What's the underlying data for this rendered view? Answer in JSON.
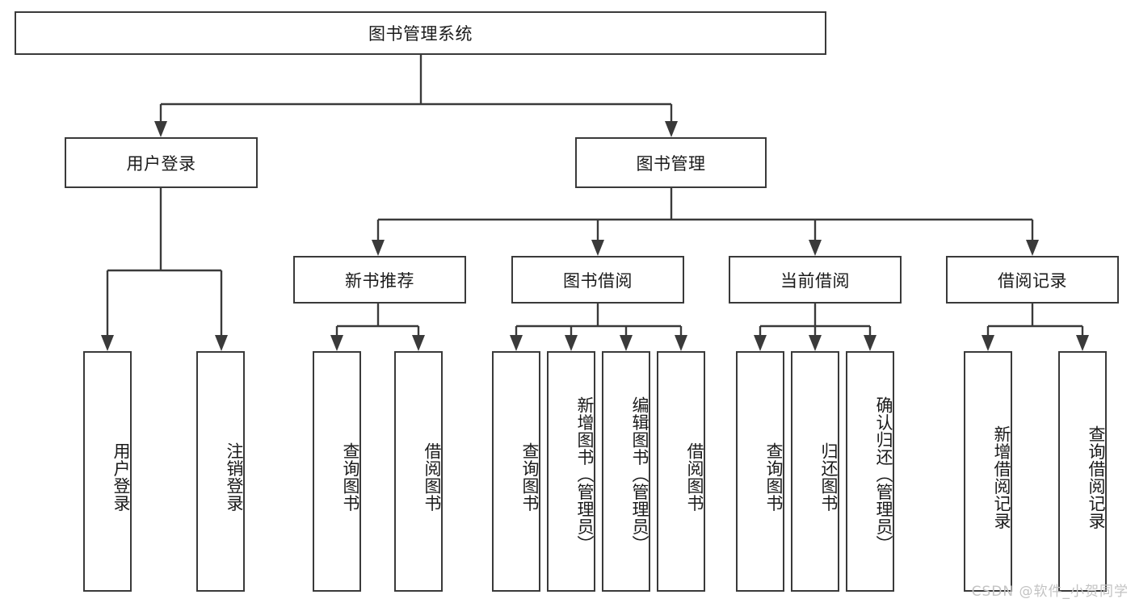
{
  "diagram": {
    "type": "tree",
    "title": "图书管理系统",
    "root": {
      "label": "图书管理系统"
    },
    "level1": [
      {
        "label": "用户登录"
      },
      {
        "label": "图书管理"
      }
    ],
    "level2": [
      {
        "label": "新书推荐"
      },
      {
        "label": "图书借阅"
      },
      {
        "label": "当前借阅"
      },
      {
        "label": "借阅记录"
      }
    ],
    "leaves": {
      "user_login": [
        {
          "label": "用户登录"
        },
        {
          "label": "注销登录"
        }
      ],
      "new_book_recommend": [
        {
          "label": "查询图书"
        },
        {
          "label": "借阅图书"
        }
      ],
      "book_borrow": [
        {
          "label": "查询图书"
        },
        {
          "label": "新增图书（管理员）"
        },
        {
          "label": "编辑图书（管理员）"
        },
        {
          "label": "借阅图书"
        }
      ],
      "current_borrow": [
        {
          "label": "查询图书"
        },
        {
          "label": "归还图书"
        },
        {
          "label": "确认归还（管理员）"
        }
      ],
      "borrow_record": [
        {
          "label": "新增借阅记录"
        },
        {
          "label": "查询借阅记录"
        }
      ]
    }
  },
  "watermark": {
    "text": "CSDN @软件_小贺同学"
  },
  "colors": {
    "stroke": "#3a3a3a",
    "background": "#ffffff",
    "text": "#1a1a1a",
    "watermark": "#c3c3c3"
  }
}
